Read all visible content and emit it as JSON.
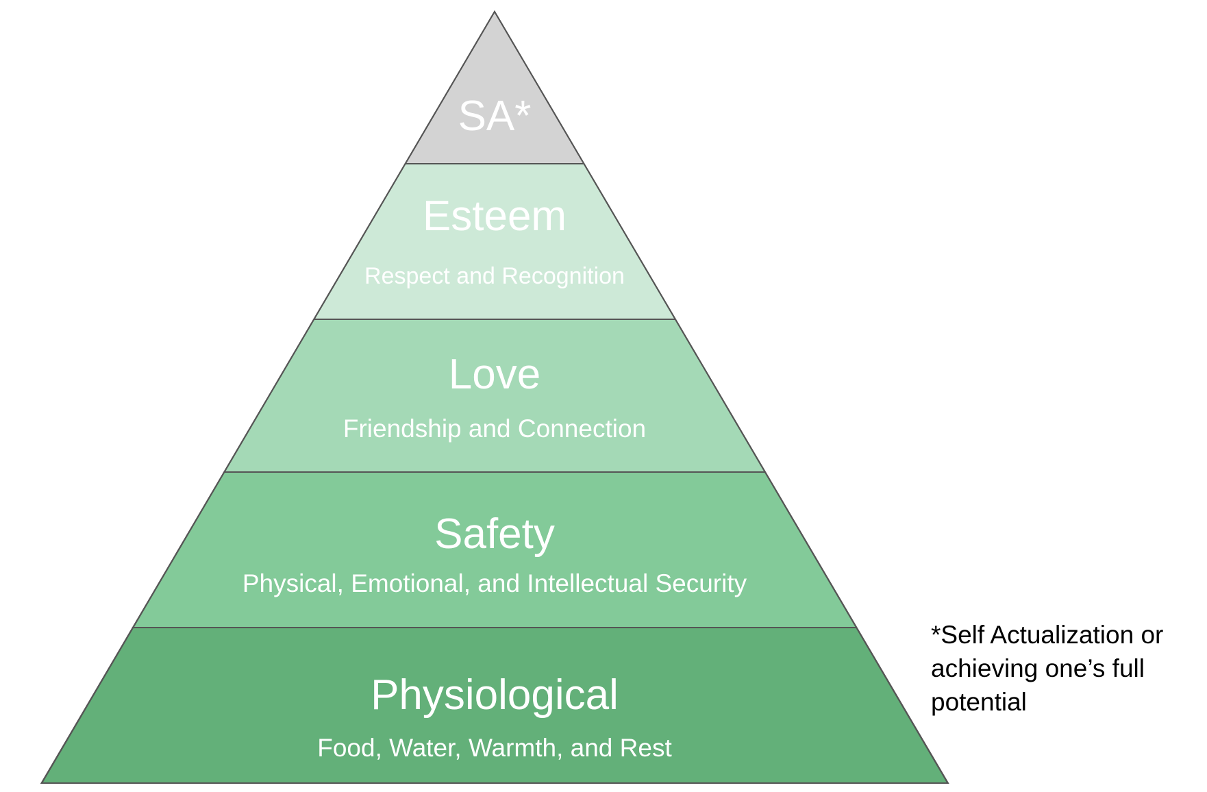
{
  "pyramid": {
    "levels": [
      {
        "key": "self-actualization",
        "title": "SA*",
        "subtitle": "",
        "fill": "#d3d3d3"
      },
      {
        "key": "esteem",
        "title": "Esteem",
        "subtitle": "Respect and Recognition",
        "fill": "#cde9d7"
      },
      {
        "key": "love",
        "title": "Love",
        "subtitle": "Friendship and Connection",
        "fill": "#a4d9b6"
      },
      {
        "key": "safety",
        "title": "Safety",
        "subtitle": "Physical, Emotional, and Intellectual Security",
        "fill": "#83ca99"
      },
      {
        "key": "physiological",
        "title": "Physiological",
        "subtitle": "Food, Water, Warmth, and Rest",
        "fill": "#63b079"
      }
    ],
    "outline_color": "#555555",
    "label_color": "#ffffff"
  },
  "footnote": {
    "lines": [
      "*Self Actualization or",
      "achieving one’s full",
      "potential"
    ]
  }
}
